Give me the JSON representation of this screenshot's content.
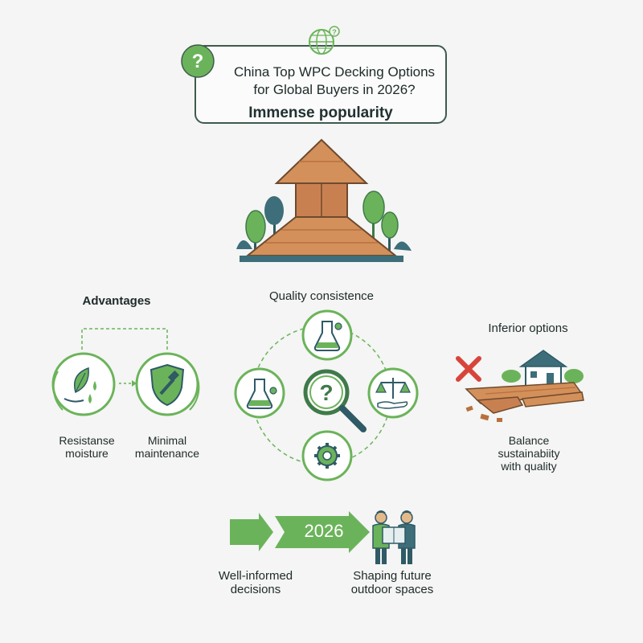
{
  "title": {
    "line1": "China Top WPC Decking Options",
    "line2": "for Global Buyers in 2026?",
    "subtitle": "Immense popularity"
  },
  "icons": {
    "question_badge": "question-mark-icon",
    "globe": "globe-question-icon",
    "deck_pyramid": "wooden-deck-pyramid-illustration",
    "leaf_water": "leaf-water-drop-icon",
    "shield_hammer": "shield-hammer-icon",
    "flask_top": "flask-icon",
    "flask_left": "flask-icon",
    "magnifier": "magnifier-question-icon",
    "scales": "scales-hand-icon",
    "gear": "gear-cycle-icon",
    "cross": "red-x-icon",
    "broken_deck": "broken-deck-house-illustration",
    "arrows": "green-arrow-icon",
    "people": "two-people-map-icon"
  },
  "sections": {
    "advantages": {
      "heading": "Advantages",
      "item1_line1": "Resistanse",
      "item1_line2": "moisture",
      "item2_line1": "Minimal",
      "item2_line2": "maintenance"
    },
    "quality": {
      "heading": "Quality consistence"
    },
    "inferior": {
      "heading": "Inferior options",
      "line1": "Balance",
      "line2": "sustainabiity",
      "line3": "with quality"
    },
    "timeline": {
      "year": "2026",
      "left_line1": "Well-informed",
      "left_line2": "decisions",
      "right_line1": "Shaping future",
      "right_line2": "outdoor spaces"
    }
  },
  "colors": {
    "green": "#6bb35a",
    "dark_green": "#3f7a4a",
    "wood": "#d4905a",
    "wood_dark": "#b8703e",
    "teal": "#3d6e7a",
    "red": "#d8443a",
    "background": "#f4f5f4"
  }
}
